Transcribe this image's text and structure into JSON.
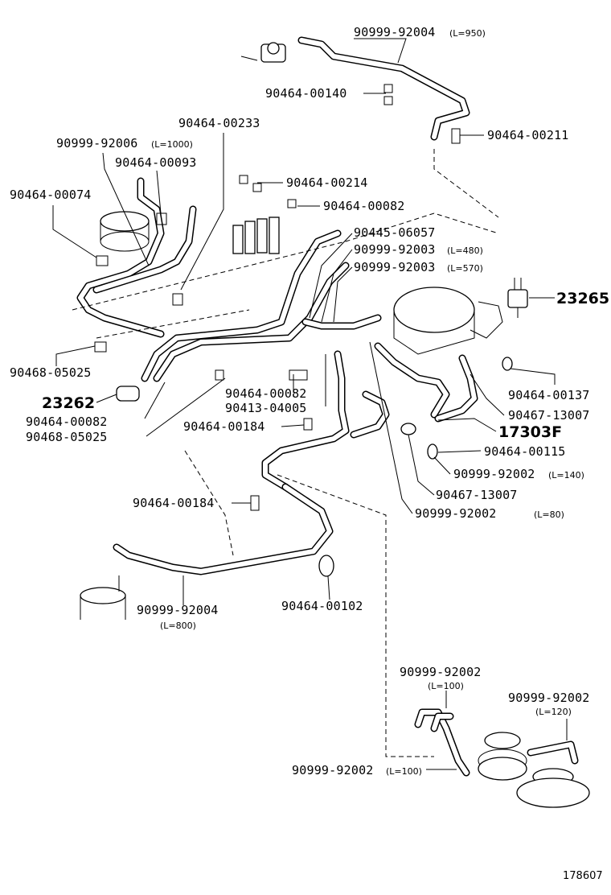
{
  "labels": {
    "p9099992004_top": "90999-92004",
    "p9099992004_top_len": "L=950",
    "p9046400140": "90464-00140",
    "p9046400211": "90464-00211",
    "p9046400233": "90464-00233",
    "p9099992006": "90999-92006",
    "p9099992006_len": "L=1000",
    "p9046400093": "90464-00093",
    "p9046400214": "90464-00214",
    "p9046400074": "90464-00074",
    "p9046400082_top": "90464-00082",
    "p9044506057": "90445-06057",
    "p9099992003_a": "90999-92003",
    "p9099992003_a_len": "L=480",
    "p9099992003_b": "90999-92003",
    "p9099992003_b_len": "L=570",
    "p23265": "23265",
    "p9046805025_left": "90468-05025",
    "p23262": "23262",
    "p9046400082_mid": "90464-00082",
    "p9041304005": "90413-04005",
    "p9046400137": "90464-00137",
    "p9046713007_right": "90467-13007",
    "p9046400082_low": "90464-00082",
    "p9046805025_low": "90468-05025",
    "p9046400184_a": "90464-00184",
    "p17303F": "17303F",
    "p9046400115": "90464-00115",
    "p9099992002_140": "90999-92002",
    "p9099992002_140_len": "L=140",
    "p9046713007_low": "90467-13007",
    "p9046400184_b": "90464-00184",
    "p9099992002_80": "90999-92002",
    "p9099992002_80_len": "L=80",
    "p9099992004_low": "90999-92004",
    "p9099992004_low_len": "(L=800)",
    "p9046400102": "90464-00102",
    "p9099992002_100a": "90999-92002",
    "p9099992002_100a_len": "(L=100)",
    "p9099992002_120": "90999-92002",
    "p9099992002_120_len": "(L=120)",
    "p9099992002_100b": "90999-92002",
    "p9099992002_100b_len": "L=100",
    "figure_id": "178607"
  }
}
